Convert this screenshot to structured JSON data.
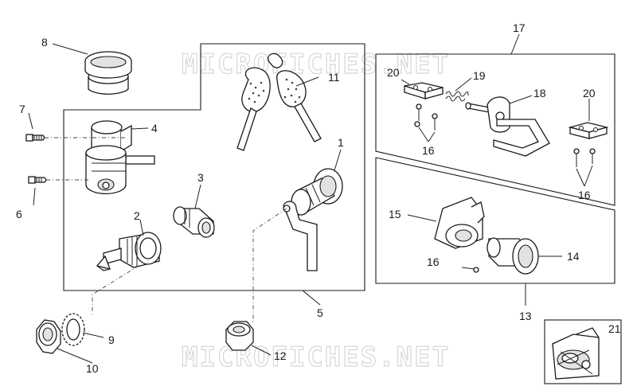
{
  "watermark": {
    "top": "MICROFICHES.NET",
    "bottom": "MICROFICHES.NET"
  },
  "callouts": [
    {
      "id": "c1",
      "text": "1"
    },
    {
      "id": "c2",
      "text": "2"
    },
    {
      "id": "c3",
      "text": "3"
    },
    {
      "id": "c4",
      "text": "4"
    },
    {
      "id": "c5",
      "text": "5"
    },
    {
      "id": "c6",
      "text": "6"
    },
    {
      "id": "c7",
      "text": "7"
    },
    {
      "id": "c8",
      "text": "8"
    },
    {
      "id": "c9",
      "text": "9"
    },
    {
      "id": "c10",
      "text": "10"
    },
    {
      "id": "c11",
      "text": "11"
    },
    {
      "id": "c12",
      "text": "12"
    },
    {
      "id": "c13",
      "text": "13"
    },
    {
      "id": "c14",
      "text": "14"
    },
    {
      "id": "c15",
      "text": "15"
    },
    {
      "id": "c16a",
      "text": "16"
    },
    {
      "id": "c16b",
      "text": "16"
    },
    {
      "id": "c16c",
      "text": "16"
    },
    {
      "id": "c17",
      "text": "17"
    },
    {
      "id": "c18",
      "text": "18"
    },
    {
      "id": "c19",
      "text": "19"
    },
    {
      "id": "c20a",
      "text": "20"
    },
    {
      "id": "c20b",
      "text": "20"
    },
    {
      "id": "c21",
      "text": "21"
    }
  ],
  "colors": {
    "line": "#1a1a1a",
    "watermark": "#d6d6d6",
    "background": "#ffffff"
  }
}
